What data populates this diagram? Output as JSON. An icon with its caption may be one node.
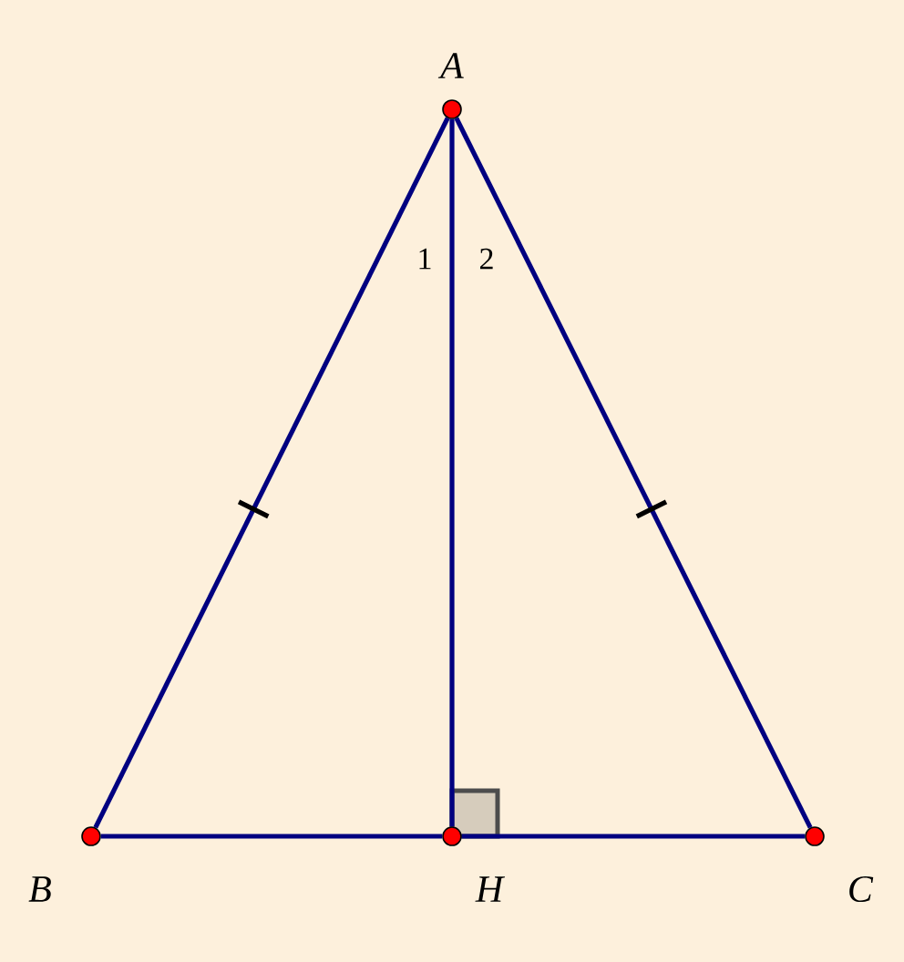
{
  "diagram": {
    "nodes": [
      {
        "text": [],
        "shape": "circle",
        "beside": [
          "*A*"
        ]
      },
      {
        "text": [],
        "shape": "circle",
        "beside": [
          "*B*"
        ]
      },
      {
        "text": [],
        "shape": "circle",
        "beside": [
          "*H*"
        ]
      },
      {
        "text": [],
        "shape": "circle",
        "beside": [
          "*C*"
        ]
      }
    ],
    "edges": [
      {
        "from": 0,
        "to": 1,
        "arrow": "none"
      },
      {
        "from": 0,
        "to": 3,
        "arrow": "none"
      },
      {
        "from": 1,
        "to": 2,
        "arrow": "none"
      },
      {
        "from": 2,
        "to": 3,
        "arrow": "none"
      },
      {
        "from": 0,
        "to": 2,
        "arrow": "none"
      }
    ],
    "labels": [
      "1",
      "2"
    ]
  }
}
